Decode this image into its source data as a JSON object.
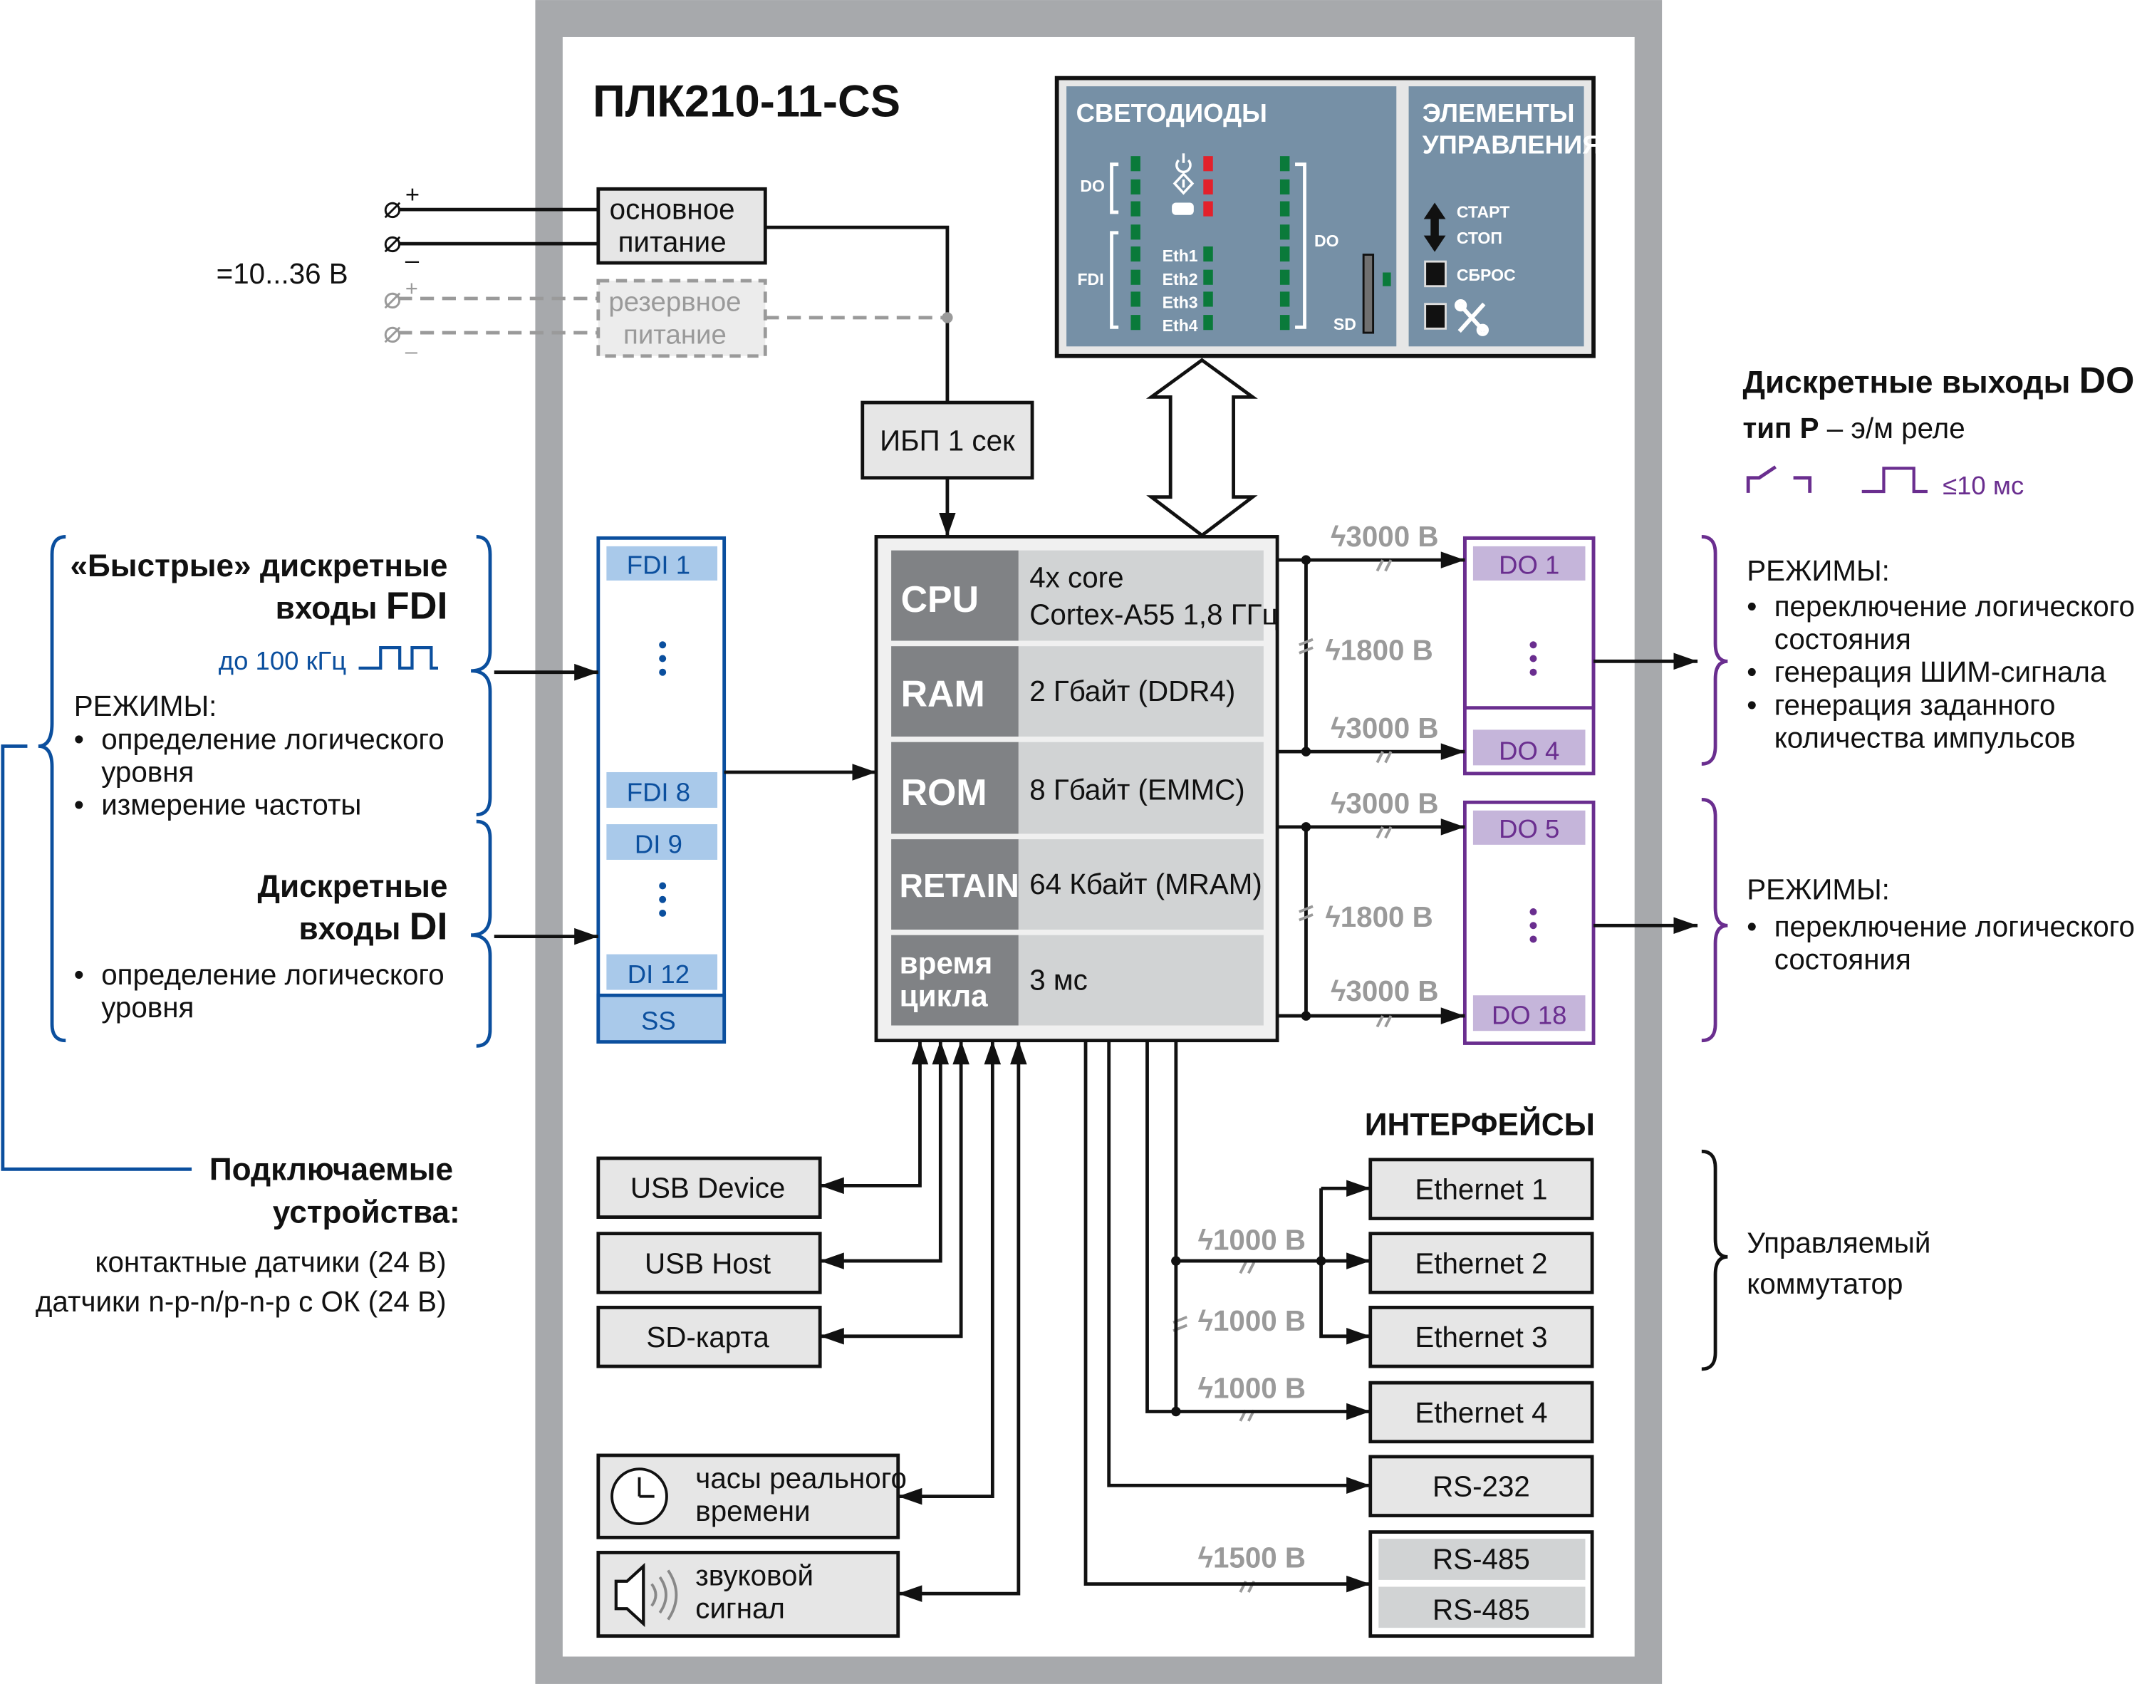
{
  "title": "ПЛК210-11-CS",
  "power": {
    "voltage": "=10...36 В",
    "plus": "+",
    "minus": "–",
    "main_label_1": "основное",
    "main_label_2": "питание",
    "reserve_label_1": "резервное",
    "reserve_label_2": "питание",
    "ups": "ИБП 1 сек"
  },
  "led_panel": {
    "title": "СВЕТОДИОДЫ",
    "controls_title_1": "ЭЛЕМЕНТЫ",
    "controls_title_2": "УПРАВЛЕНИЯ",
    "do_label": "DO",
    "fdi_label": "FDI",
    "do_right_label": "DO",
    "sd_label": "SD",
    "eth": [
      "Eth1",
      "Eth2",
      "Eth3",
      "Eth4"
    ],
    "start": "СТАРТ",
    "stop": "СТОП",
    "reset": "СБРОС",
    "colors": {
      "panel": "#7690a6",
      "led_green": "#0a7a3a",
      "led_red": "#e3212b"
    }
  },
  "cpu_block": {
    "rows": [
      {
        "key": "CPU",
        "value_1": "4x core",
        "value_2": "Cortex-A55 1,8 ГГц"
      },
      {
        "key": "RAM",
        "value_1": "2 Гбайт (DDR4)"
      },
      {
        "key": "ROM",
        "value_1": "8 Гбайт (EMMC)"
      },
      {
        "key": "RETAIN",
        "value_1": "64 Кбайт (MRAM)"
      },
      {
        "key_1": "время",
        "key_2": "цикла",
        "value_1": "3 мс"
      }
    ]
  },
  "inputs": {
    "fdi_first": "FDI 1",
    "fdi_last": "FDI 8",
    "di_first": "DI 9",
    "di_last": "DI 12",
    "ss": "SS",
    "fdi_heading_1": "«Быстрые» дискретные",
    "fdi_heading_2a": "входы ",
    "fdi_heading_2b": "FDI",
    "fdi_freq": "до 100 кГц",
    "fdi_modes_title": "РЕЖИМЫ:",
    "fdi_modes": [
      "определение логического",
      "уровня",
      "измерение частоты"
    ],
    "di_heading_1": "Дискретные",
    "di_heading_2a": "входы ",
    "di_heading_2b": "DI",
    "di_modes": [
      "определение логического",
      "уровня"
    ],
    "devices_title_1": "Подключаемые",
    "devices_title_2": "устройства:",
    "devices": [
      "контактные датчики (24 В)",
      "датчики n-p-n/p-n-p с ОК (24 В)"
    ]
  },
  "outputs": {
    "do1": "DO 1",
    "do4": "DO 4",
    "do5": "DO 5",
    "do18": "DO 18",
    "heading_1a": "Дискретные выходы ",
    "heading_1b": "DO",
    "heading_2a": "тип Р",
    "heading_2b": " – э/м реле",
    "relay_time": "≤10 мс",
    "modes_title": "РЕЖИМЫ:",
    "modes_group1": [
      "переключение логического",
      "состояния",
      "генерация ШИМ-сигнала",
      "генерация заданного",
      "количества импульсов"
    ],
    "modes_group2": [
      "переключение логического",
      "состояния"
    ]
  },
  "isolation": {
    "do_3000": "3000 В",
    "do_1800": "1800 В",
    "eth_1000": "1000 В",
    "rs_1500": "1500 В"
  },
  "peripherals": {
    "usb_device": "USB Device",
    "usb_host": "USB Host",
    "sd_card": "SD-карта",
    "rtc_1": "часы реального",
    "rtc_2": "времени",
    "buzzer_1": "звуковой",
    "buzzer_2": "сигнал"
  },
  "interfaces": {
    "title": "ИНТЕРФЕЙСЫ",
    "items": [
      "Ethernet 1",
      "Ethernet 2",
      "Ethernet 3",
      "Ethernet 4",
      "RS-232",
      "RS-485",
      "RS-485"
    ],
    "switch_1": "Управляемый",
    "switch_2": "коммутатор"
  },
  "colors": {
    "frame": "#a7a9ac",
    "input_blue": "#0b4f9e",
    "input_fill": "#a9c9ea",
    "output_purple": "#6a2e8f",
    "output_fill": "#c5b5da",
    "cpu_key": "#808285",
    "cpu_value": "#d1d3d4"
  }
}
